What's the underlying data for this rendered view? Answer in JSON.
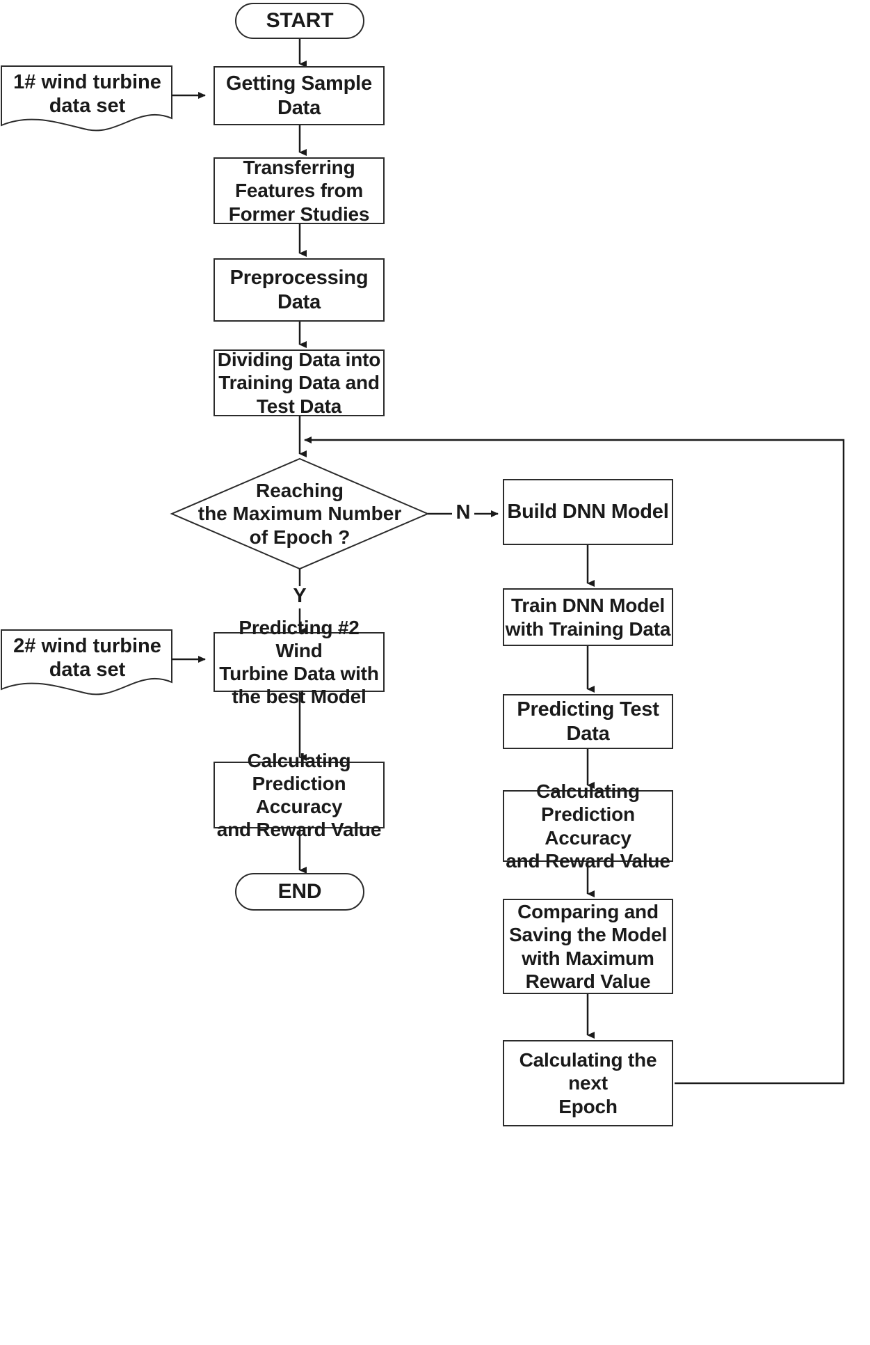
{
  "diagram": {
    "title": "DNN model training and prediction flowchart",
    "line_color": "#2b2b2b",
    "text_color": "#1a1a1a",
    "background": "#ffffff"
  },
  "nodes": {
    "start": {
      "label": "START",
      "shape": "terminator"
    },
    "dataset1": {
      "label": "1# wind turbine\ndata set",
      "shape": "document"
    },
    "getting_sample_data": {
      "label": "Getting Sample Data",
      "shape": "process"
    },
    "transferring_features": {
      "label": "Transferring\nFeatures from\nFormer Studies",
      "shape": "process"
    },
    "preprocessing_data": {
      "label": "Preprocessing Data",
      "shape": "process"
    },
    "dividing_data": {
      "label": "Dividing Data into\nTraining Data and\nTest Data",
      "shape": "process"
    },
    "decision_epoch": {
      "label": "Reaching\nthe Maximum Number\nof Epoch ?",
      "shape": "decision"
    },
    "dataset2": {
      "label": "2# wind turbine\ndata set",
      "shape": "document"
    },
    "predicting_wind2": {
      "label": "Predicting #2 Wind\nTurbine Data with\nthe best Model",
      "shape": "process"
    },
    "calculating_accuracy_left": {
      "label": "Calculating\nPrediction Accuracy\nand Reward Value",
      "shape": "process"
    },
    "end": {
      "label": "END",
      "shape": "terminator"
    },
    "build_dnn": {
      "label": "Build DNN Model",
      "shape": "process"
    },
    "train_dnn": {
      "label": "Train DNN Model\nwith Training Data",
      "shape": "process"
    },
    "predicting_test_data": {
      "label": "Predicting Test Data",
      "shape": "process"
    },
    "calculating_accuracy_right": {
      "label": "Calculating\nPrediction Accuracy\nand Reward Value",
      "shape": "process"
    },
    "comparing_saving": {
      "label": "Comparing and\nSaving the Model\nwith Maximum\nReward Value",
      "shape": "process"
    },
    "calculating_next_epoch": {
      "label": "Calculating the next\nEpoch",
      "shape": "process"
    }
  },
  "edge_labels": {
    "no_branch": "N",
    "yes_branch": "Y"
  }
}
